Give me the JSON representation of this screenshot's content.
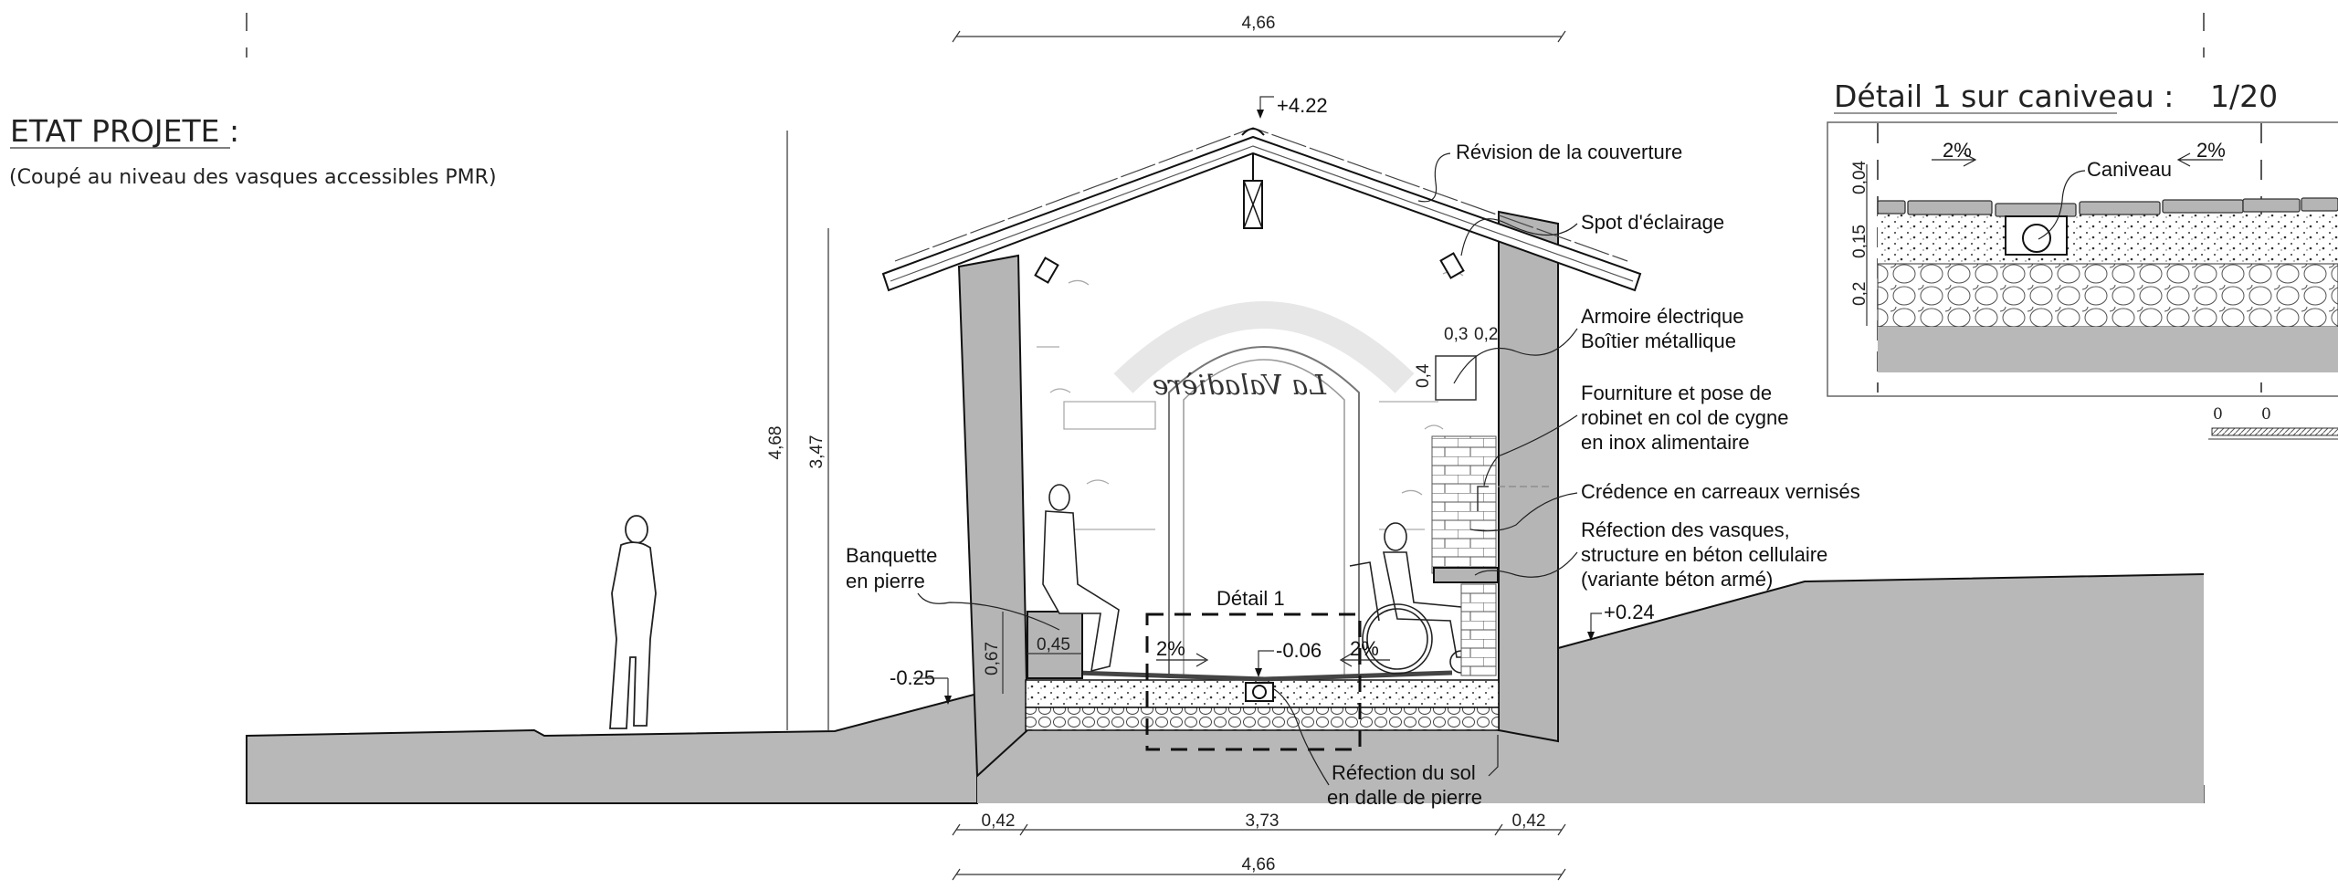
{
  "header": {
    "title": "ETAT PROJETE :",
    "subtitle": "(Coupé au niveau des vasques accessibles PMR)"
  },
  "colors": {
    "ground": "#b8b8b8",
    "wall": "#b5b5b5",
    "line": "#111111"
  },
  "section": {
    "dims": {
      "top_width": "4,66",
      "bottom_width": "4,66",
      "left_wall": "0,42",
      "interior": "3,73",
      "right_wall": "0,42",
      "total_height": "4,68",
      "wall_height": "3,47",
      "bench_height": "0,45",
      "plinth_height": "0,67",
      "cabinet_width_a": "0,3",
      "cabinet_width_b": "0,2",
      "cabinet_height": "0,4"
    },
    "levels": {
      "ridge": "+4.22",
      "outside_left": "-0.25",
      "floor_drain": "-0.06",
      "outside_right": "+0.24"
    },
    "slopes": {
      "left": "2%",
      "right": "2%"
    },
    "detail_marker": "Détail 1",
    "sign_text": "La Valadière",
    "labels": {
      "roof": "Révision de la couverture",
      "spot": "Spot d'éclairage",
      "cabinet": [
        "Armoire électrique",
        "Boîtier métallique"
      ],
      "tap": [
        "Fourniture et pose de",
        "robinet en col de cygne",
        "en inox alimentaire"
      ],
      "splashback": "Crédence en carreaux vernisés",
      "basins": [
        "Réfection des vasques,",
        "structure en béton cellulaire",
        "(variante béton armé)"
      ],
      "bench": [
        "Banquette",
        "en pierre"
      ],
      "floor": [
        "Réfection du sol",
        "en dalle de pierre"
      ]
    }
  },
  "detail": {
    "title": "Détail 1 sur caniveau :",
    "scale": "1/20",
    "slope_left": "2%",
    "slope_right": "2%",
    "gutter_label": "Caniveau",
    "layers": [
      "0,04",
      "0,15",
      "0,2"
    ],
    "scale_bar_labels": [
      "0",
      "0"
    ]
  }
}
